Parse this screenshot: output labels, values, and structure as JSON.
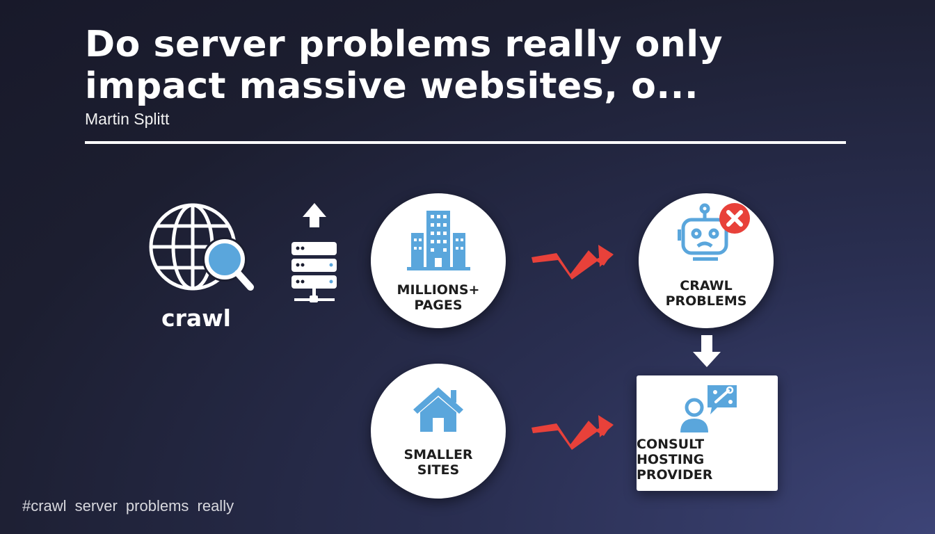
{
  "title": {
    "line1": "Do server problems really only",
    "line2": "impact massive websites, o..."
  },
  "author": "Martin Splitt",
  "diagram": {
    "crawl_label": "crawl",
    "large_sites": {
      "line1": "MILLIONS+",
      "line2": "PAGES"
    },
    "crawl_problems": {
      "line1": "CRAWL",
      "line2": "PROBLEMS"
    },
    "small_sites": {
      "line1": "SMALLER",
      "line2": "SITES"
    },
    "consult": {
      "line1": "CONSULT",
      "line2": "HOSTING",
      "line3": "PROVIDER"
    }
  },
  "hashtags": "#crawl server problems really",
  "colors": {
    "accent_blue": "#5aa6dc",
    "alert_red": "#e8413a"
  }
}
